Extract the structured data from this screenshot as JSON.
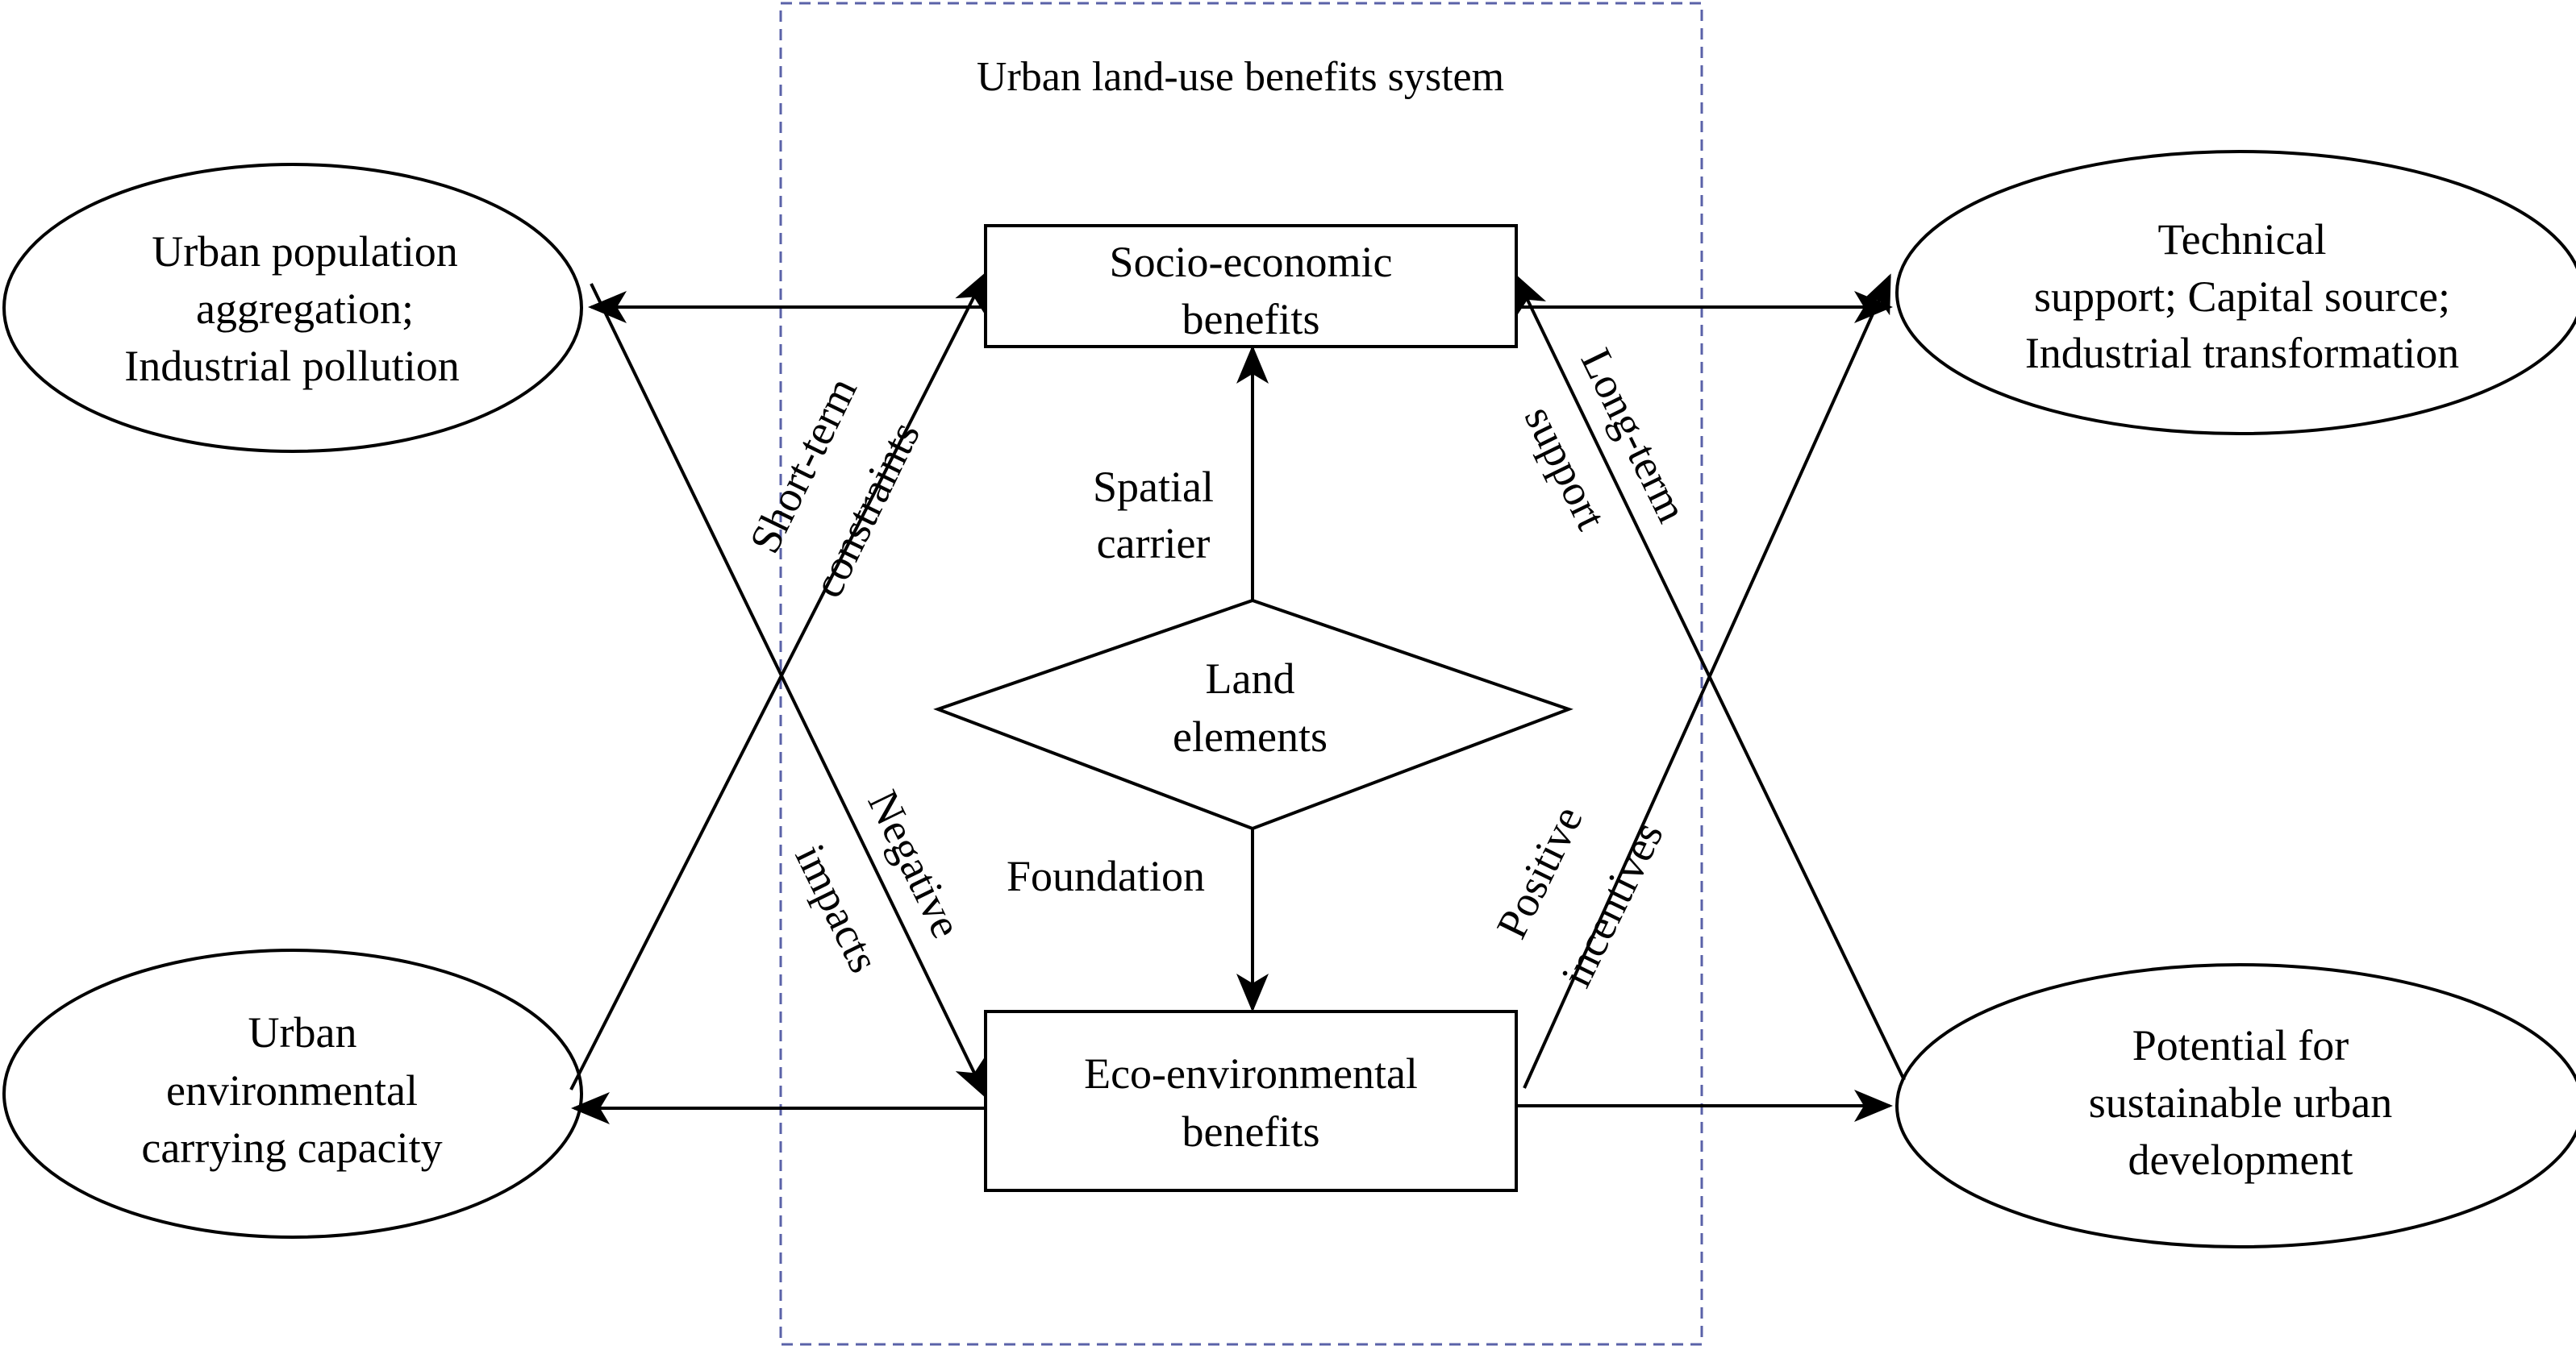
{
  "system_title": "Urban land-use benefits system",
  "colors": {
    "frame": "#5a62a8",
    "ink": "#000000",
    "background": "#ffffff"
  },
  "nodes": {
    "socio_economic": [
      "Socio-economic",
      "benefits"
    ],
    "eco_environmental": [
      "Eco-environmental",
      "benefits"
    ],
    "land_elements": [
      "Land",
      "elements"
    ],
    "population_pollution": [
      "Urban population",
      "aggregation;",
      "Industrial pollution"
    ],
    "carrying_capacity": [
      "Urban",
      "environmental",
      "carrying capacity"
    ],
    "technical_capital": [
      "Technical",
      "support; Capital source;",
      "Industrial transformation"
    ],
    "sustainable_potential": [
      "Potential for",
      "sustainable urban",
      "development"
    ]
  },
  "edge_labels": {
    "spatial_carrier": [
      "Spatial",
      "carrier"
    ],
    "foundation": "Foundation",
    "short_term_constraints": [
      "Short-term",
      "constraints"
    ],
    "negative_impacts": [
      "Negative",
      "impacts"
    ],
    "long_term_support": [
      "Long-term",
      "support"
    ],
    "positive_incentives": [
      "Positive",
      "incentives"
    ]
  }
}
